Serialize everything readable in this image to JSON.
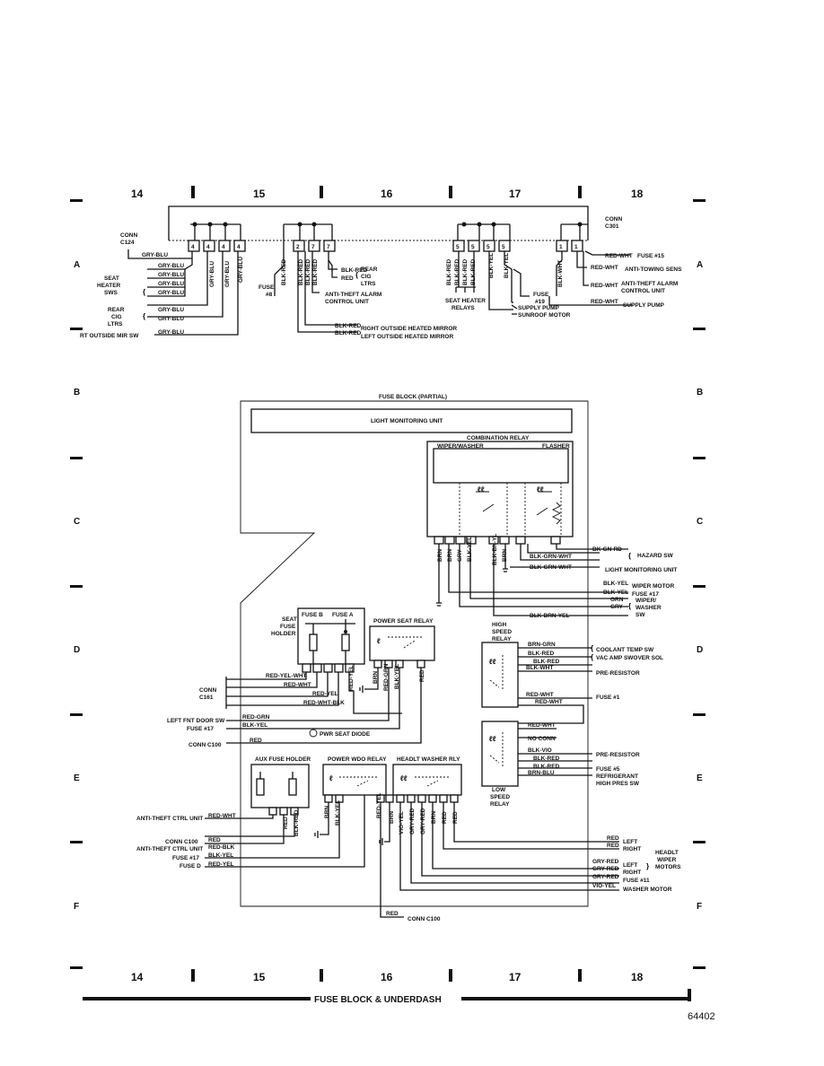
{
  "grid": {
    "columns": [
      "14",
      "15",
      "16",
      "17",
      "18"
    ],
    "rows": [
      "A",
      "B",
      "C",
      "D",
      "E",
      "F"
    ]
  },
  "footer": {
    "title": "FUSE BLOCK & UNDERDASH",
    "page_number": "64402"
  },
  "top": {
    "conn_c124": [
      "CONN",
      "C124"
    ],
    "conn_c301": [
      "CONN",
      "C301"
    ],
    "gry_blu": "GRY-BLU",
    "seat_heater_sws": [
      "SEAT",
      "HEATER",
      "SWS"
    ],
    "rear_cig_ltrs_left": [
      "REAR",
      "CIG",
      "LTRS"
    ],
    "rt_outside_mir_sw": "RT OUTSIDE MIR SW",
    "gry_blu_vert": "GRY-BLU",
    "fuse8": [
      "FUSE",
      "#8"
    ],
    "blk_red": "BLK-RED",
    "rear_cig_ltrs_right": [
      "REAR",
      "CIG",
      "LTRS"
    ],
    "red_lt": "RED",
    "anti_theft_left": [
      "ANTI-THEFT ALARM",
      "CONTROL UNIT"
    ],
    "rt_outside_heated_mirror": "RIGHT OUTSIDE HEATED MIRROR",
    "left_outside_heated_mirror": "LEFT OUTSIDE HEATED MIRROR",
    "blk_yel": "BLK-YEL",
    "seat_heater_relays": [
      "SEAT HEATER",
      "RELAYS"
    ],
    "fuse19": [
      "FUSE",
      "#19"
    ],
    "supply_pump": "SUPPLY PUMP",
    "sunroof_motor": "SUNROOF MOTOR",
    "blk_wht": "BLK-WHT",
    "red_wht": "RED-WHT",
    "fuse15": "FUSE #15",
    "anti_towing": "ANTI-TOWING SENS",
    "anti_theft_right": [
      "ANTI-THEFT ALARM",
      "CONTROL UNIT"
    ],
    "supply_pump_r": "SUPPLY PUMP"
  },
  "bottom": {
    "fuse_block": "FUSE BLOCK (PARTIAL)",
    "light_monitoring_unit": "LIGHT MONITORING UNIT",
    "combination_relay": "COMBINATION RELAY",
    "wiper_washer": "WIPER/WASHER",
    "flasher": "FLASHER",
    "hazard_sw": "HAZARD SW",
    "light_monitoring_unit_r": "LIGHT MONITORING UNIT",
    "wiper_motor": "WIPER MOTOR",
    "fuse17": "FUSE #17",
    "wiper_washer_sw": [
      "WIPER/",
      "WASHER",
      "SW"
    ],
    "seat_fuse_holder": [
      "SEAT",
      "FUSE",
      "HOLDER"
    ],
    "fuse_b": "FUSE B",
    "fuse_a": "FUSE A",
    "power_seat_relay": "POWER SEAT RELAY",
    "high_speed_relay": [
      "HIGH",
      "SPEED",
      "RELAY"
    ],
    "coolant_temp": "COOLANT TEMP SW",
    "vac_amp": "VAC AMP SWOVER SOL",
    "pre_resistor": "PRE-RESISTOR",
    "fuse1": "FUSE #1",
    "no_conn": "NO CONN",
    "pre_resistor2": "PRE-RESISTOR",
    "fuse5": "FUSE #5",
    "refrig": [
      "REFRIGERANT",
      "HIGH PRES SW"
    ],
    "low_speed_relay": [
      "LOW",
      "SPEED",
      "RELAY"
    ],
    "conn_c161": [
      "CONN",
      "C161"
    ],
    "left_fnt_door": "LEFT FNT DOOR SW",
    "fuse17b": "FUSE #17",
    "conn_c100": "CONN C100",
    "pwr_seat_diode": "PWR SEAT DIODE",
    "aux_fuse_holder": "AUX FUSE HOLDER",
    "power_wdo_relay": "POWER WDO RELAY",
    "headlt_washer_rly": "HEADLT WASHER RLY",
    "anti_theft_ctrl": "ANTI-THEFT CTRL UNIT",
    "conn_c100_b": "CONN C100",
    "anti_theft_ctrl_b": "ANTI-THEFT CTRL UNIT",
    "fuse17c": "FUSE #17",
    "fuse_d": "FUSE D",
    "left": "LEFT",
    "right": "RIGHT",
    "headlt_wiper_motors": [
      "HEADLT",
      "WIPER",
      "MOTORS"
    ],
    "left2": "LEFT",
    "right2": "RIGHT",
    "fuse11": "FUSE #11",
    "washer_motor": "WASHER MOTOR",
    "conn_c100_bot": "CONN C100",
    "red": "RED"
  }
}
